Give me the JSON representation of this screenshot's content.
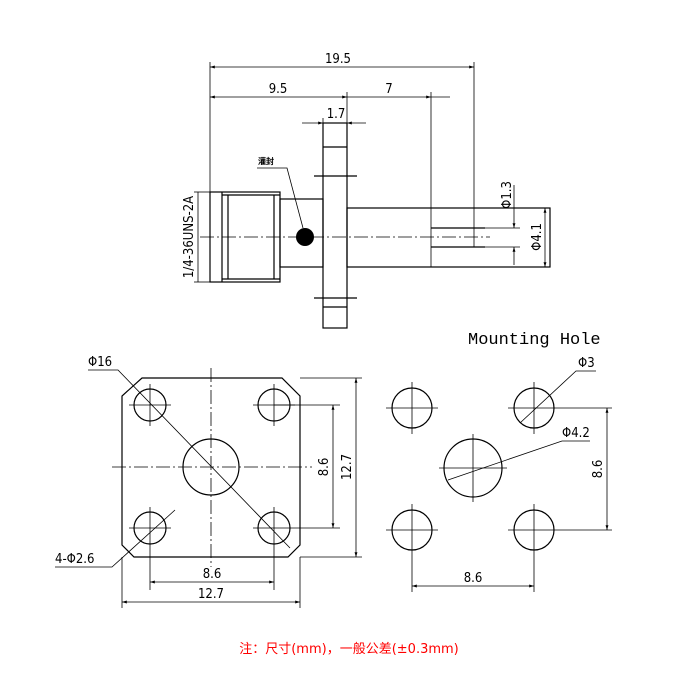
{
  "side_view": {
    "overall_length": "19.5",
    "front_length": "9.5",
    "rear_length": "7",
    "flange_thickness": "1.7",
    "potting_label": "灌封",
    "thread_label": "1/4-36UNS-2A",
    "pin_diameter": "Φ1.3",
    "shaft_diameter": "Φ4.1"
  },
  "front_view": {
    "center_diameter": "Φ16",
    "holes_label": "4-Φ2.6",
    "hole_spacing_v": "8.6",
    "size_v": "12.7",
    "hole_spacing_h": "8.6",
    "size_h": "12.7"
  },
  "mounting_hole": {
    "title": "Mounting Hole",
    "hole_diameter": "Φ3",
    "center_diameter": "Φ4.2",
    "spacing_v": "8.6",
    "spacing_h": "8.6"
  },
  "note": "注：尺寸(mm)，一般公差(±0.3mm)",
  "colors": {
    "note": "#ff0000",
    "lines": "#000000"
  }
}
